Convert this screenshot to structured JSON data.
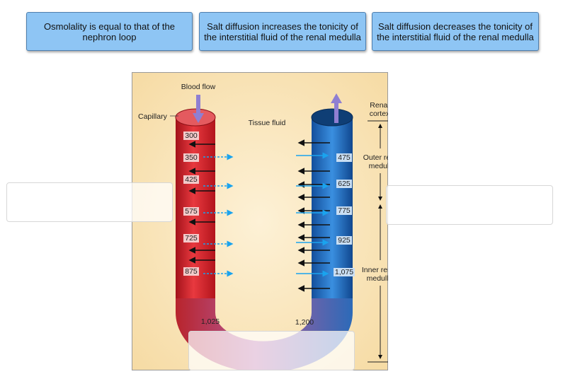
{
  "cards": [
    "Osmolality is equal to that of the nephron loop",
    "Salt diffusion increases the tonicity of the interstitial fluid of the renal medulla",
    "Salt diffusion decreases the tonicity of the interstitial fluid of the renal medulla"
  ],
  "figure": {
    "blood_flow": "Blood flow",
    "capillary": "Capillary",
    "tissue_fluid": "Tissue fluid",
    "renal_cortex": [
      "Renal",
      "cortex"
    ],
    "outer_medulla": [
      "Outer renal",
      "medulla"
    ],
    "inner_medulla": [
      "Inner renal",
      "medulla"
    ],
    "left_values": [
      "300",
      "350",
      "425",
      "575",
      "725",
      "875"
    ],
    "right_values": [
      "475",
      "625",
      "775",
      "925",
      "1,075"
    ],
    "bottom_left": "1,025",
    "bottom_right": "1,200"
  },
  "colors": {
    "card_fill": "#8ec5f4",
    "arterial": "#d8242b",
    "venous": "#1f6fc0",
    "tissue": "#fbe8bf"
  }
}
